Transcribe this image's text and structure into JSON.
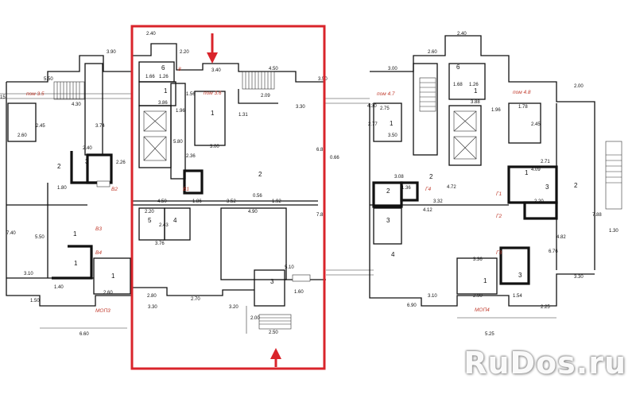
{
  "highlight": {
    "color": "#d9242b"
  },
  "rooms_left": [
    "2",
    "3",
    "1",
    "1",
    "1",
    "В2",
    "В3",
    "В4",
    "пом 3.5",
    "МОП3"
  ],
  "rooms_center": [
    "6",
    "1",
    "1",
    "2",
    "5",
    "4",
    "3",
    "В1",
    "пом 3.6",
    "8"
  ],
  "rooms_right": [
    "6",
    "1",
    "1",
    "2",
    "3",
    "2",
    "3",
    "4",
    "1",
    "1",
    "2",
    "3",
    "Г4",
    "Г1",
    "Г2",
    "Г3",
    "пом 4.7",
    "пом 4.8",
    "МОП4"
  ],
  "dims": {
    "top": [
      "2.40",
      "2.20",
      "3.40",
      "4.50",
      "3.50",
      "3.90",
      "5.50",
      "15"
    ],
    "left": [
      "4.30",
      "2.45",
      "2.60",
      "3.74",
      "2.40",
      "2.26",
      "1.80",
      "5.50",
      "7.40",
      "3.10",
      "1.40",
      "2.60",
      "1.50",
      "6.60"
    ],
    "center": [
      "1.66",
      "1.26",
      "3.86",
      "1.96",
      "1.56",
      "5.80",
      "2.36",
      "4.50",
      "1.86",
      "3.52",
      "0.56",
      "1.92",
      "4.90",
      "2.20",
      "2.43",
      "3.76",
      "2.80",
      "2.70",
      "3.30",
      "3.20",
      "5.10",
      "1.60",
      "2.00",
      "2.50",
      "6.82",
      "7.88",
      "3.30",
      "2.09",
      "1.31",
      "3.00",
      "0.66"
    ],
    "right": [
      "2.40",
      "2.60",
      "3.00",
      "1.68",
      "1.26",
      "3.88",
      "2.00",
      "1.96",
      "1.78",
      "2.77",
      "2.75",
      "3.50",
      "4.30",
      "4.72",
      "3.08",
      "1.36",
      "3.32",
      "4.12",
      "4.09",
      "2.20",
      "3.30",
      "6.90",
      "3.10",
      "5.25",
      "2.25",
      "1.54",
      "2.90",
      "3.36",
      "7.88",
      "1.30",
      "2.71",
      "2.45",
      "6.76",
      "4.82"
    ]
  },
  "watermark": "RuDos.ru"
}
